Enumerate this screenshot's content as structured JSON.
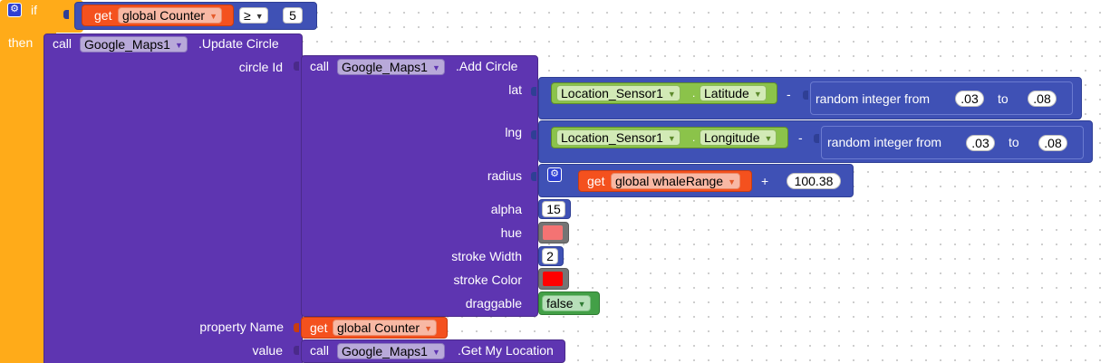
{
  "if_block": {
    "if_label": "if",
    "then_label": "then",
    "condition": {
      "get_label": "get",
      "variable": "global Counter",
      "operator": "≥",
      "value": "5"
    }
  },
  "update_circle": {
    "call_label": "call",
    "component": "Google_Maps1",
    "method": ".Update Circle",
    "args": {
      "circle_id": "circle Id",
      "property_name": "property Name",
      "value": "value"
    }
  },
  "add_circle": {
    "call_label": "call",
    "component": "Google_Maps1",
    "method": ".Add Circle",
    "args": {
      "lat": "lat",
      "lng": "lng",
      "radius": "radius",
      "alpha": "alpha",
      "hue": "hue",
      "stroke_width": "stroke Width",
      "stroke_color": "stroke Color",
      "draggable": "draggable"
    },
    "lat_expr": {
      "sensor": "Location_Sensor1",
      "dot": ".",
      "property": "Latitude",
      "minus": "-",
      "random_label": "random integer from",
      "from": ".03",
      "to_label": "to",
      "to": ".08"
    },
    "lng_expr": {
      "sensor": "Location_Sensor1",
      "dot": ".",
      "property": "Longitude",
      "minus": "-",
      "random_label": "random integer from",
      "from": ".03",
      "to_label": "to",
      "to": ".08"
    },
    "radius_expr": {
      "get_label": "get",
      "variable": "global whaleRange",
      "plus": "+",
      "addend": "100.38"
    },
    "alpha_value": "15",
    "hue_color": "#f47373",
    "stroke_width_value": "2",
    "stroke_color": "#ff0000",
    "draggable_value": "false"
  },
  "property_name_value": {
    "get_label": "get",
    "variable": "global Counter"
  },
  "get_my_location": {
    "call_label": "call",
    "component": "Google_Maps1",
    "method": ".Get My Location"
  },
  "colors": {
    "control": "#ffab19",
    "component_call": "#5e35b1",
    "component_border": "#4a2a8a",
    "variable": "#f4511e",
    "variable_border": "#c83c10",
    "math": "#3f51b5",
    "math_border": "#2f3f95",
    "sensor": "#8bc34a",
    "sensor_border": "#5d8a2c",
    "logic": "#43a047",
    "color_block": "#757575"
  }
}
